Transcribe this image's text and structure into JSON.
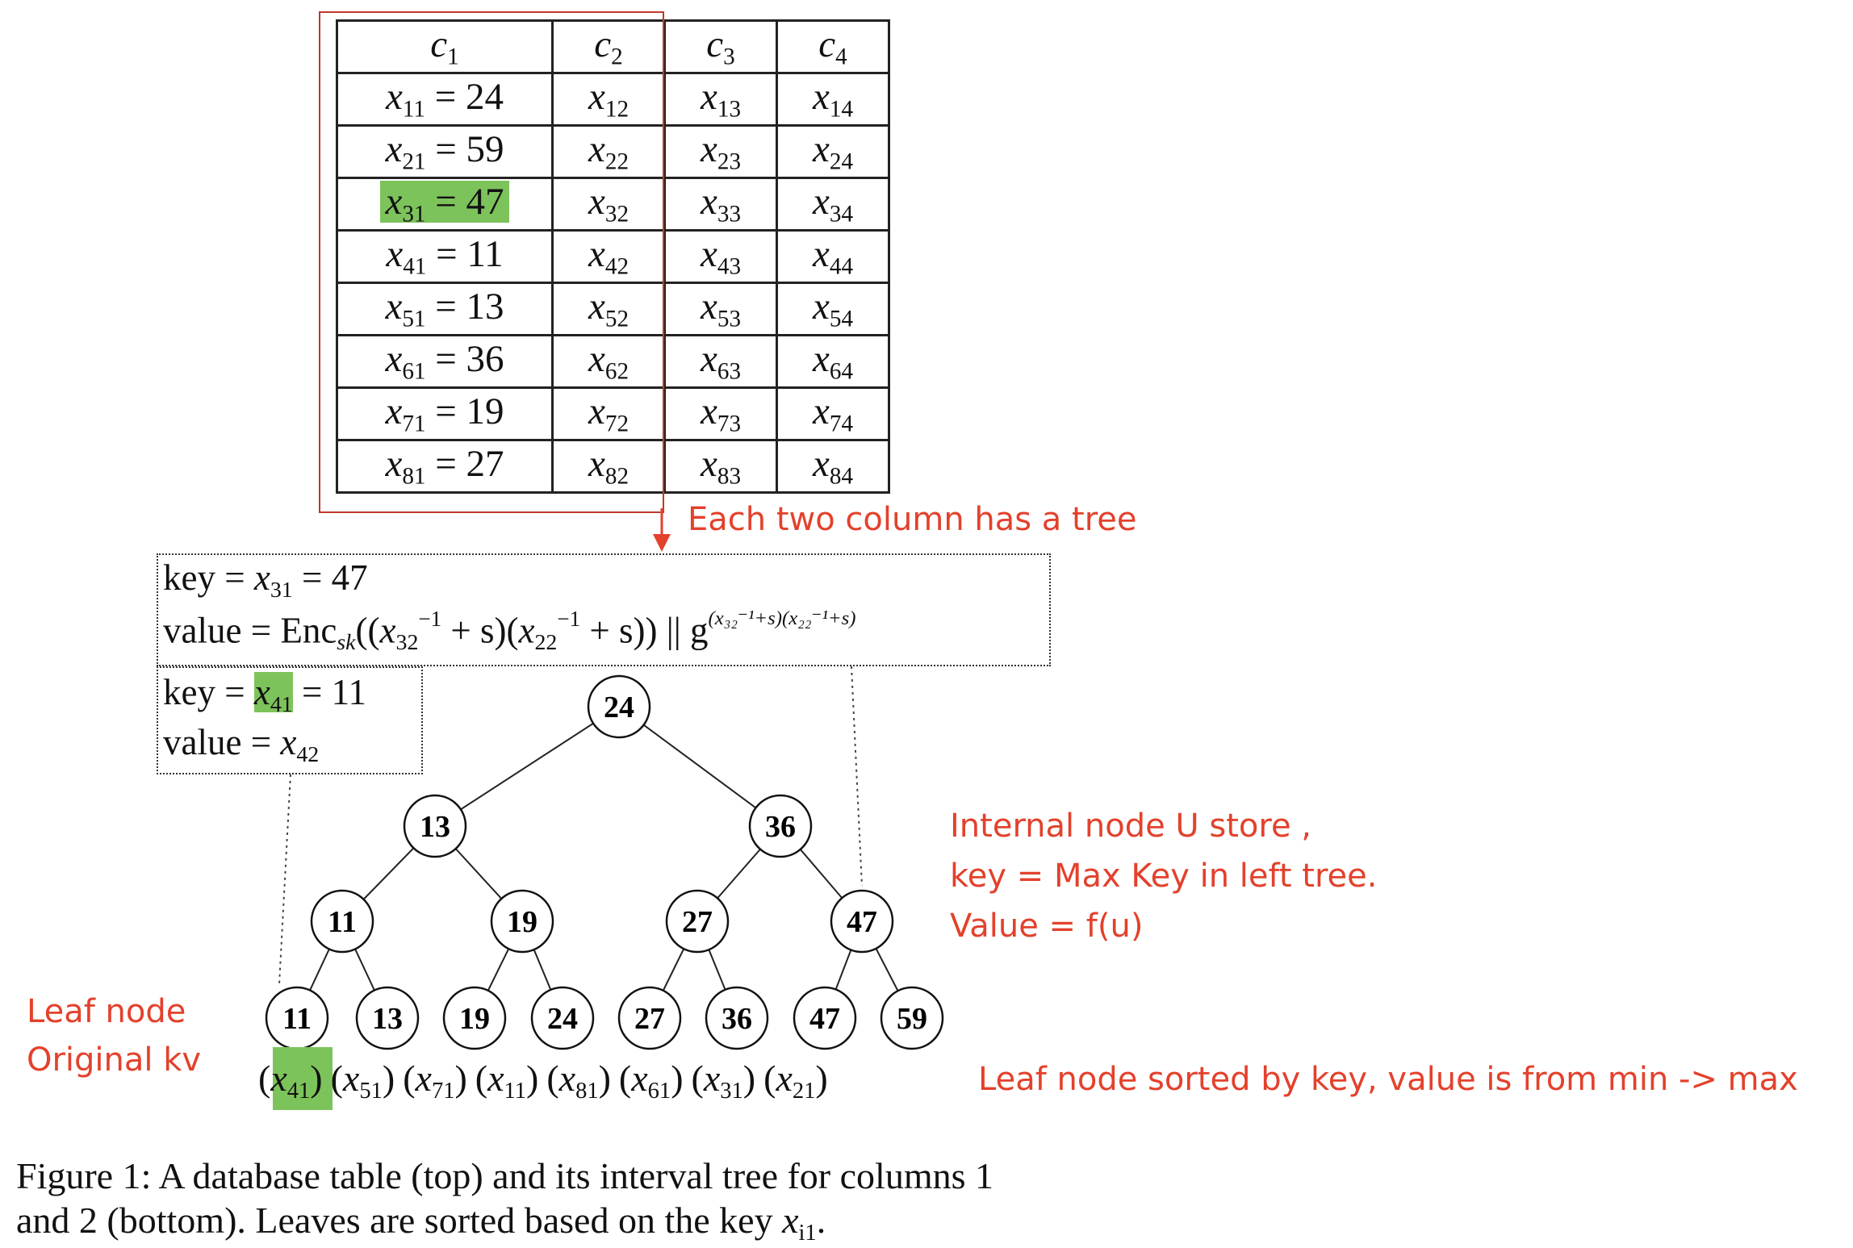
{
  "table": {
    "headers": [
      "c1",
      "c2",
      "c3",
      "c4"
    ],
    "rows": [
      {
        "i": "1",
        "key": "24"
      },
      {
        "i": "2",
        "key": "59"
      },
      {
        "i": "3",
        "key": "47",
        "highlight": true
      },
      {
        "i": "4",
        "key": "11"
      },
      {
        "i": "5",
        "key": "13"
      },
      {
        "i": "6",
        "key": "36"
      },
      {
        "i": "7",
        "key": "19"
      },
      {
        "i": "8",
        "key": "27"
      }
    ]
  },
  "annotations": {
    "each_two_column": "Each two column has a tree",
    "internal_node_1": "Internal node U store ,",
    "internal_node_2": "key = Max Key in left tree.",
    "internal_node_3": "Value = f(u)",
    "leaf_node_1": "Leaf node",
    "leaf_node_2": "Original kv",
    "leaf_sorted": "Leaf node  sorted by key,  value is from min -> max"
  },
  "internal_kv": {
    "key_prefix": "key = ",
    "key_var": "x",
    "key_sub": "31",
    "key_value": " = 47",
    "value_prefix": "value = Enc",
    "value_enc_sub": "sk",
    "value_expr_a": "((",
    "value_x1_sub": "32",
    "value_inv": "−1",
    "value_expr_b": " + s)(",
    "value_x2_sub": "22",
    "value_expr_c": " + s)) || g",
    "value_exponent": "(x₃₂⁻¹+s)(x₂₂⁻¹+s)"
  },
  "leaf_kv": {
    "key_prefix": "key = ",
    "key_var": "x",
    "key_sub": "41",
    "key_value": " = 11",
    "value_prefix": "value = ",
    "value_var": "x",
    "value_sub": "42"
  },
  "tree": {
    "root": "24",
    "level1": [
      "13",
      "36"
    ],
    "level2": [
      "11",
      "19",
      "27",
      "47"
    ],
    "leaves": [
      "11",
      "13",
      "19",
      "24",
      "27",
      "36",
      "47",
      "59"
    ]
  },
  "leaf_values": [
    "41",
    "51",
    "71",
    "11",
    "81",
    "61",
    "31",
    "21"
  ],
  "caption": {
    "line1": "Figure 1: A database table (top) and its interval tree for columns 1",
    "line2_prefix": "and 2 (bottom). Leaves are sorted based on the key ",
    "line2_var": "x",
    "line2_sub": "i1",
    "line2_suffix": "."
  }
}
